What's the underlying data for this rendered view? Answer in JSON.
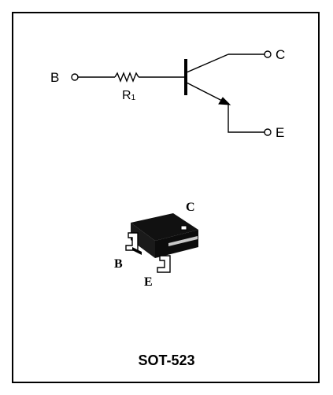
{
  "schematic": {
    "base_label": "B",
    "collector_label": "C",
    "emitter_label": "E",
    "resistor_label_main": "R",
    "resistor_label_sub": "1"
  },
  "package": {
    "collector_label": "C",
    "base_label": "B",
    "emitter_label": "E",
    "name": "SOT-523"
  },
  "colors": {
    "line": "#000000",
    "package_body": "#101010",
    "package_stripe": "#c8c8c8",
    "lead": "#ffffff",
    "background": "#ffffff"
  }
}
